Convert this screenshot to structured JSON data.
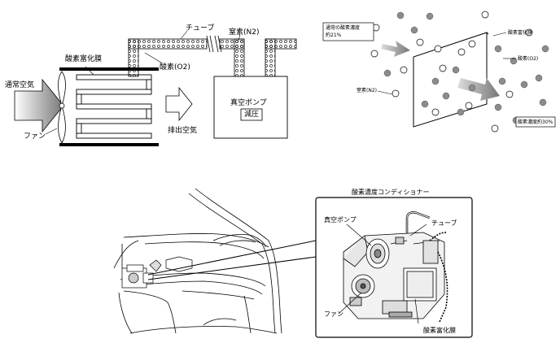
{
  "top_left_diagram": {
    "labels": {
      "normal_air": "通常空気",
      "fan": "ファン",
      "membrane": "酸素富化膜",
      "tube": "チューブ",
      "oxygen": "酸素(O2)",
      "nitrogen": "窒素(N2)",
      "vacuum_pump": "真空ポンプ",
      "decompress": "減圧",
      "exhaust_air": "排出空気"
    }
  },
  "top_right_diagram": {
    "labels": {
      "normal_oxygen_conc_line1": "通常の酸素濃度",
      "normal_oxygen_conc_line2": "約21%",
      "membrane": "酸素富化膜",
      "oxygen": "酸素(O2)",
      "nitrogen": "窒素(N2)",
      "oxygen_conc_result": "酸素濃度約30%"
    }
  },
  "bottom_diagram": {
    "title": "酸素濃度コンディショナー",
    "labels": {
      "vacuum_pump": "真空ポンプ",
      "tube": "チューブ",
      "fan": "ファン",
      "membrane": "酸素富化膜"
    }
  },
  "colors": {
    "line": "#000000",
    "gray_dot": "#8c8c8c",
    "arrow_fill": "#9a9a9a"
  }
}
